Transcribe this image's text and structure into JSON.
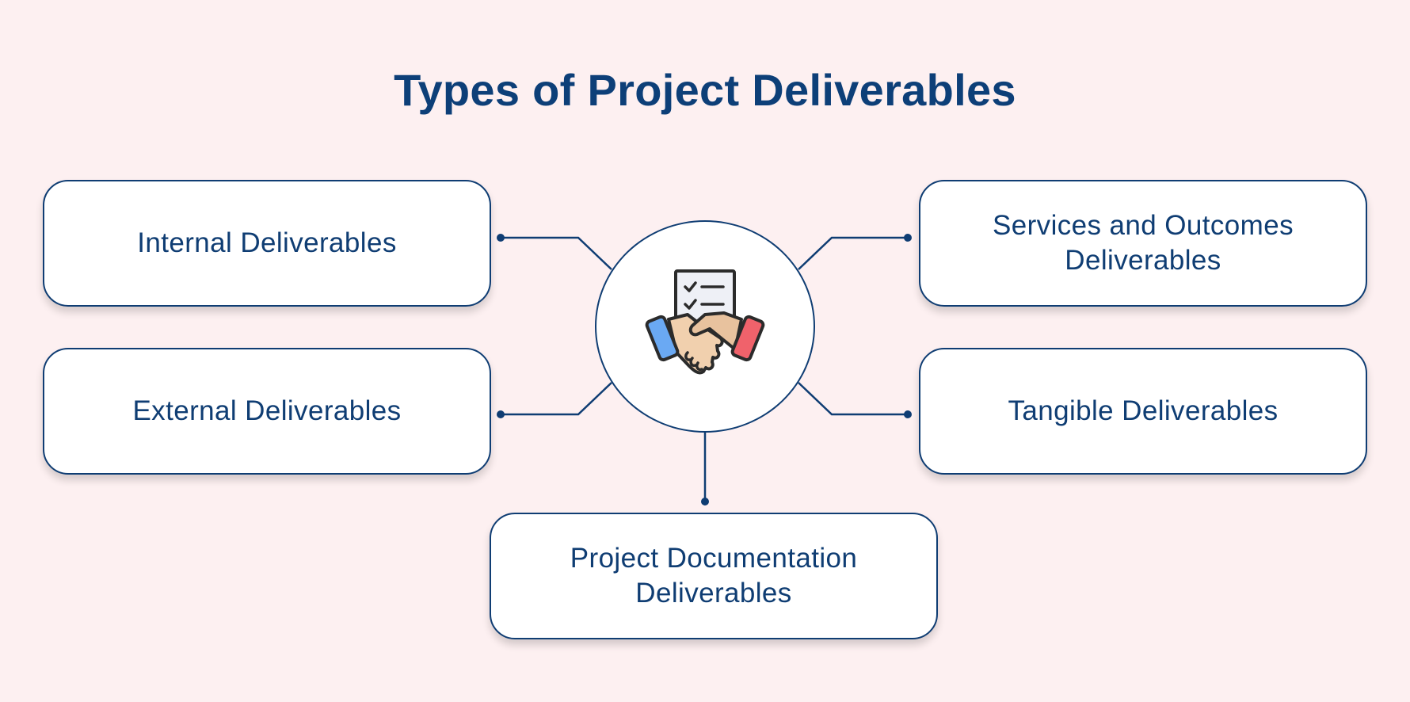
{
  "title": "Types of Project Deliverables",
  "center": {
    "icon": "handshake-agreement-icon"
  },
  "items": [
    {
      "label": "Internal Deliverables"
    },
    {
      "label": "External Deliverables"
    },
    {
      "label": "Services and Outcomes Deliverables"
    },
    {
      "label": "Tangible Deliverables"
    },
    {
      "label": "Project Documentation Deliverables"
    }
  ],
  "colors": {
    "background": "#fdf0f1",
    "primary": "#0d3f78",
    "box_fill": "#ffffff",
    "icon_blue": "#6aa9f3",
    "icon_red": "#f0626b",
    "icon_skin": "#f1d0ae",
    "icon_outline": "#2b2b2b"
  }
}
